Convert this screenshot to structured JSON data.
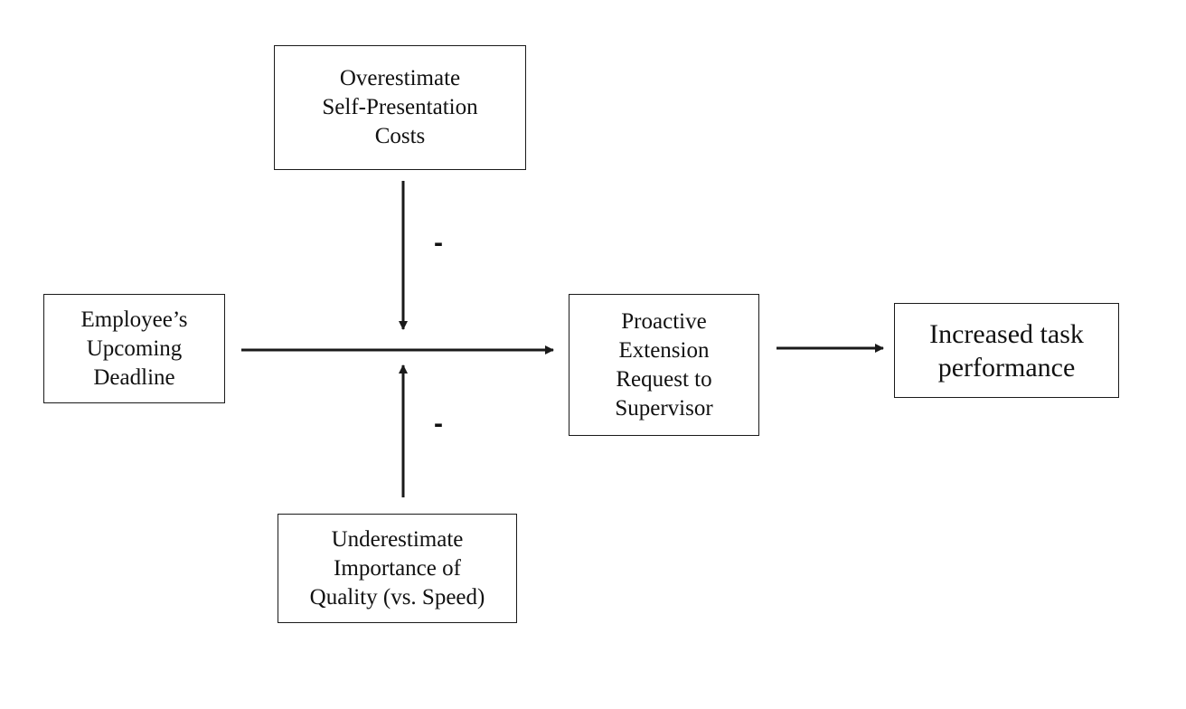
{
  "nodes": {
    "overestimate": {
      "label": "Overestimate\nSelf-Presentation\nCosts"
    },
    "deadline": {
      "label": "Employee’s\nUpcoming\nDeadline"
    },
    "proactive": {
      "label": "Proactive\nExtension\nRequest to\nSupervisor"
    },
    "increased": {
      "label": "Increased task\nperformance"
    },
    "underestimate": {
      "label": "Underestimate\nImportance of\nQuality (vs. Speed)"
    }
  },
  "moderators": {
    "top_sign": "-",
    "bottom_sign": "-"
  },
  "edges": [
    {
      "from": "deadline",
      "to": "proactive",
      "type": "direct"
    },
    {
      "from": "proactive",
      "to": "increased",
      "type": "direct"
    },
    {
      "from": "overestimate",
      "to": "deadline→proactive",
      "type": "moderation",
      "sign": "-"
    },
    {
      "from": "underestimate",
      "to": "deadline→proactive",
      "type": "moderation",
      "sign": "-"
    }
  ],
  "colors": {
    "line": "#1a1a1a",
    "background": "#ffffff"
  }
}
